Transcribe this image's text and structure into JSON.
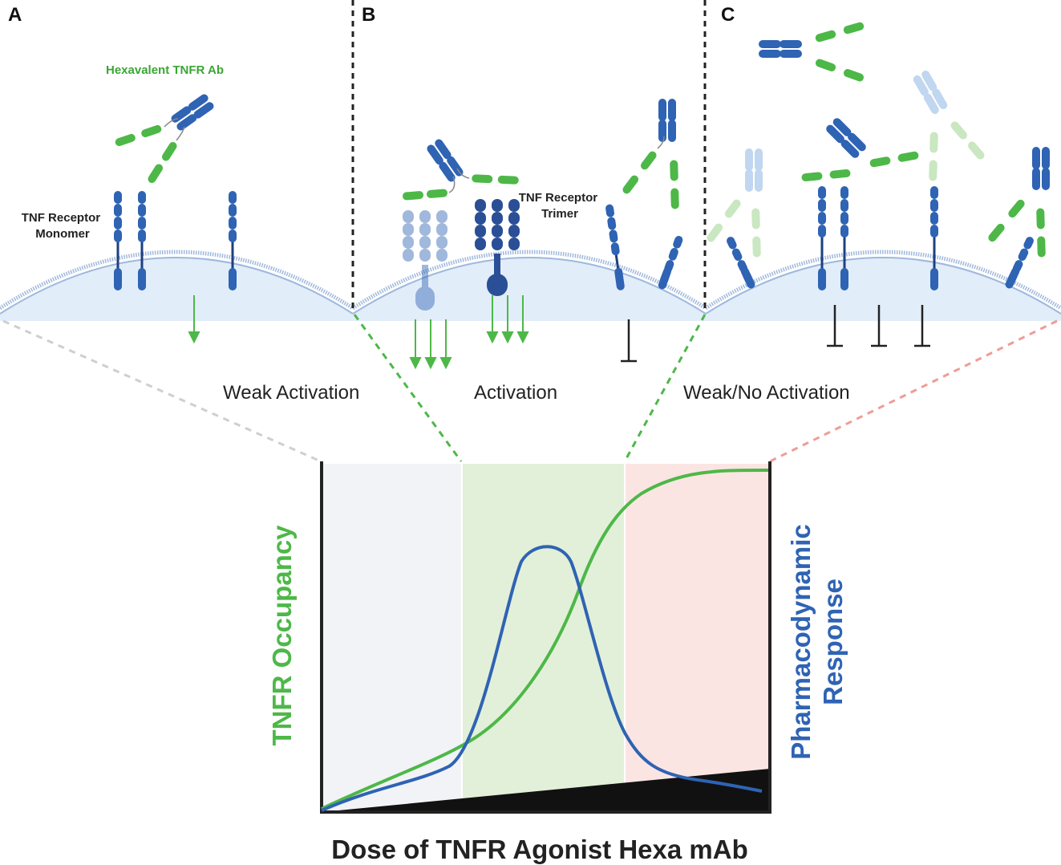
{
  "panels": {
    "a": {
      "letter": "A",
      "activation": "Weak Activation"
    },
    "b": {
      "letter": "B",
      "activation": "Activation"
    },
    "c": {
      "letter": "C",
      "activation": "Weak/No Activation"
    }
  },
  "labels": {
    "antibody": "Hexavalent TNFR Ab",
    "receptor_monomer_line1": "TNF Receptor",
    "receptor_monomer_line2": "Monomer",
    "receptor_trimer_line1": "TNF Receptor",
    "receptor_trimer_line2": "Trimer"
  },
  "graph": {
    "left_axis": "TNFR Occupancy",
    "right_axis_line1": "Pharmacodynamic",
    "right_axis_line2": "Response",
    "x_axis": "Dose of TNFR Agonist Hexa mAb"
  },
  "colors": {
    "green": "#4db848",
    "blue": "#2f63b3",
    "dark_blue": "#1e3f80",
    "light_blue": "#8fb6e3",
    "light_green": "#9ed48e",
    "membrane": "#e1edf9",
    "zone_low": "#f1f3f6",
    "zone_mid": "#e2f0d9",
    "zone_high": "#fbe5e3"
  },
  "chart_data": {
    "type": "line",
    "series": [
      {
        "name": "TNFR Occupancy",
        "shape": "sigmoid"
      },
      {
        "name": "Pharmacodynamic Response",
        "shape": "bell"
      }
    ],
    "zones": [
      "Weak Activation",
      "Activation",
      "Weak/No Activation"
    ]
  }
}
